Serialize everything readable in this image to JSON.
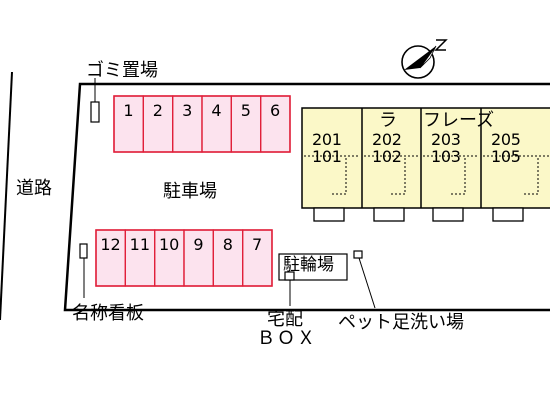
{
  "labels": {
    "garbage": "ゴミ置場",
    "road": "道路",
    "parking": "駐車場",
    "bicycle": "駐輪場",
    "sign": "名称看板",
    "delivery_line1": "宅配",
    "delivery_line2": "ＢＯＸ",
    "pet": "ペット足洗い場",
    "building_name_1": "ラ",
    "building_name_2": "フレーズ"
  },
  "parking_top": [
    "1",
    "2",
    "3",
    "4",
    "5",
    "6"
  ],
  "parking_bottom": [
    "12",
    "11",
    "10",
    "9",
    "8",
    "7"
  ],
  "units": [
    {
      "upper": "201",
      "lower": "101"
    },
    {
      "upper": "202",
      "lower": "102"
    },
    {
      "upper": "203",
      "lower": "103"
    },
    {
      "upper": "205",
      "lower": "105"
    }
  ],
  "colors": {
    "parking_fill": "#fce3ee",
    "parking_stroke": "#e0203a",
    "building_fill": "#fbf8c8",
    "line": "#000000"
  },
  "icons": {
    "north": "north-compass-icon"
  }
}
